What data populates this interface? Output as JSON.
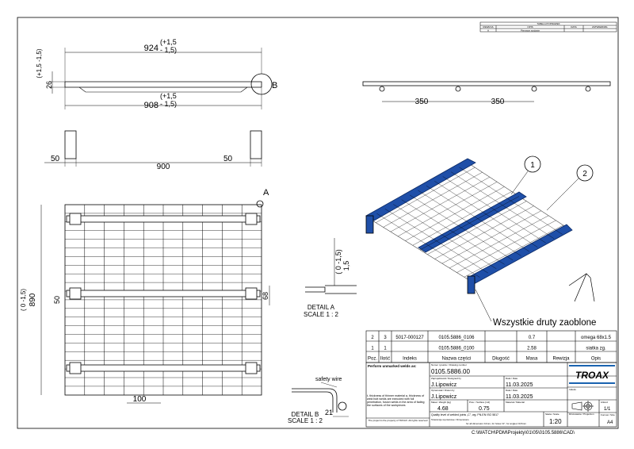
{
  "revision_table": {
    "title": "TABELA POPRAWEK",
    "headers": [
      "REWIZJA",
      "OPIS",
      "DATA",
      "ZATWIERDZIŁ"
    ],
    "row": [
      "A",
      "Pierwsze wydanie",
      "",
      ""
    ]
  },
  "dimensions": {
    "overall_length": "924",
    "overall_tol_plus": "(+1,5",
    "overall_tol_minus": "- 1,5)",
    "inner_length": "908",
    "inner_tol_plus": "(+1,5",
    "inner_tol_minus": "- 1,5)",
    "height": "26",
    "height_tol": "(+1,5 -1,5)",
    "end_left": "50",
    "span": "900",
    "end_right": "50",
    "side_length": "890",
    "side_tol": "( 0 -1,5)",
    "omega_offset": "50",
    "omega_width": "68",
    "mesh_pitch": "100",
    "support_1": "350",
    "support_2": "350",
    "detail_a_dim": "1,5",
    "detail_a_tol": "( 0 -1,5)",
    "detail_b_dim": "21"
  },
  "labels": {
    "detail_b_callout": "B",
    "detail_a_callout": "A",
    "balloon_1": "1",
    "balloon_2": "2",
    "note": "Wszystkie druty zaoblone",
    "detail_a_title": "DETAIL A",
    "detail_a_scale": "SCALE 1 : 2",
    "detail_b_title": "DETAIL B",
    "detail_b_scale": "SCALE 1 : 2",
    "safety_wire": "safety wire"
  },
  "parts_list": {
    "rows": [
      [
        "2",
        "3",
        "5017-000127",
        "0105.5886_0106",
        "",
        "0.7",
        "",
        "omega 68x1.5"
      ],
      [
        "1",
        "1",
        "",
        "0105.5886_0100",
        "",
        "2.58",
        "",
        "siatka zg."
      ]
    ],
    "headers": [
      "Poz.",
      "Ilość",
      "Indeks",
      "Nazwa części",
      "Długość",
      "Masa",
      "Rewizja",
      "Opis"
    ]
  },
  "title_block": {
    "weld_note_title": "Perform unmarked welds as:",
    "weld_note_text": "t- thickness of thinner material a- thickness of weld butt welds are executed with full penetration, fusion welds in the area of fading the surfaces of the workpieces",
    "property_note": "The project is the property of TROAX. All rights reserved",
    "drawing_number_label": "Numer rysunku / Drawing number",
    "drawing_number": "0105.5886.00",
    "designed_label": "Zaprojektował / Designed by",
    "designed_by": "J.Lipowicz",
    "date_label": "Data / Date",
    "designed_date": "11.03.2025",
    "drawn_label": "Opracował / Drawn by",
    "drawn_by": "J.Lipowicz",
    "drawn_date": "11.03.2025",
    "weight_label": "Masa / Weight [kg]",
    "weight": "4.68",
    "surface_label": "Pow. / Surface [m2]",
    "surface": "0.75",
    "material_label": "Materiał / Material",
    "material": "",
    "quality_note": "Quality level of welded joints „C”, wg. PN-EN ISO 5817",
    "tolerance_label": "Tolerancje wymiarowe / Dimensions",
    "tolerance_note": "for all dimension ±2mm, for holes ±1°, for angles ±0,5mm",
    "scale_label": "Skala / Scale",
    "scale": "1:20",
    "sheet_label": "Arkusz",
    "sheet": "1/1",
    "format_label": "Format / Size",
    "format": "A4",
    "index_label": "Indeks",
    "projection_label": "Rzutowanie / Projection",
    "logo": "TROAX"
  },
  "file_path": "C:\\WATCH\\PDM\\Projekty\\01\\05\\0105.5886\\CAD\\",
  "colors": {
    "line": "#000000",
    "part_blue": "#1f4fa8",
    "logo_blue": "#1a63b0"
  }
}
